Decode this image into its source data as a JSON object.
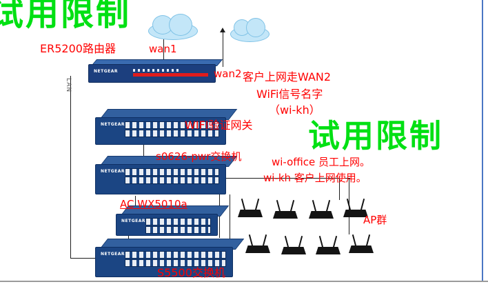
{
  "watermarks": {
    "top_left": "试用限制",
    "mid_right": "试用限制"
  },
  "devices": {
    "brand": "NETGEAR"
  },
  "labels": {
    "router": "ER5200路由器",
    "wan1": "wan1",
    "wan2": "wan2",
    "wan2_note": "客户上网走WAN2",
    "wifi_name_line1": "WiFi信号名字",
    "wifi_name_line2": "（wi-kh）",
    "wifi_gateway": "WIFI验证网关",
    "switch_s0626": "s0626-pwr交换机",
    "ac_controller": "AC WX5010a",
    "wi_office_note": "wi-office 员工上网。",
    "wi_kh_note": "wi-kh  客户上网使用。",
    "ap_group": "AP群",
    "switch_s5500": "S5500交换机",
    "lan": "LAN"
  },
  "colors": {
    "watermark_green": "#00e013",
    "annotation_red": "#ff0000",
    "device_navy": "#1b4583",
    "cloud_blue": "#c3e6f8",
    "stripe_red": "#e11c1c"
  }
}
